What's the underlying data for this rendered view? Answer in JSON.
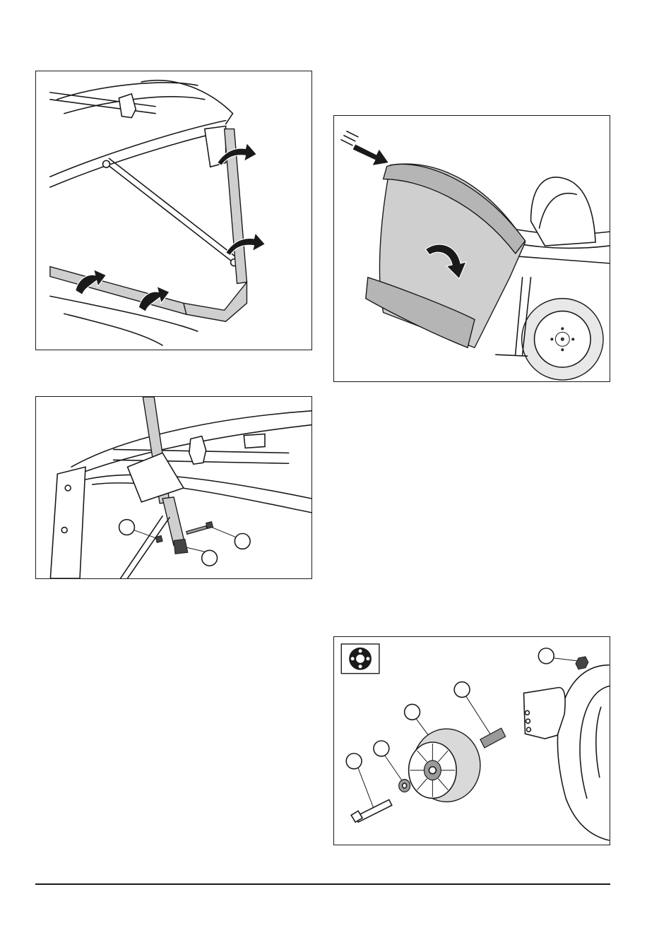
{
  "figures": [
    {
      "id": "frame-assembly",
      "callouts": []
    },
    {
      "id": "collector-mount",
      "callouts": []
    },
    {
      "id": "pin-fastening",
      "callouts": [
        "",
        "",
        ""
      ]
    },
    {
      "id": "wheel-assembly",
      "callouts": [
        "",
        "",
        "",
        "",
        ""
      ],
      "icon": "wheel-icon"
    }
  ],
  "colors": {
    "line": "#1a1a1a",
    "shade": "#cfcfcf",
    "dark": "#444444"
  }
}
